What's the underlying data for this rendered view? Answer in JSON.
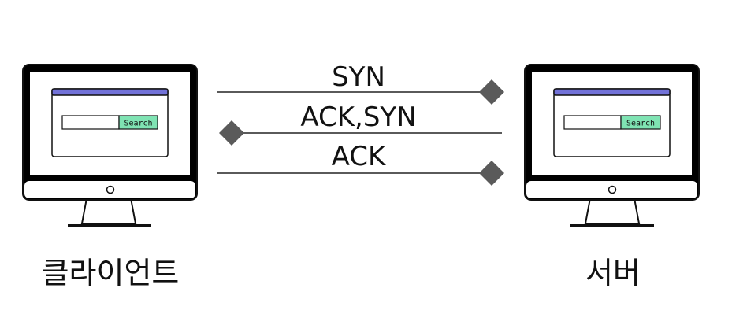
{
  "client": {
    "label": "클라이언트",
    "search_button": "Search"
  },
  "server": {
    "label": "서버",
    "search_button": "Search"
  },
  "messages": [
    {
      "label": "SYN",
      "direction": "client-to-server"
    },
    {
      "label": "ACK,SYN",
      "direction": "server-to-client"
    },
    {
      "label": "ACK",
      "direction": "client-to-server"
    }
  ],
  "colors": {
    "window_titlebar": "#7272d8",
    "search_button": "#7fe3b3",
    "monitor_frame": "#000000",
    "arrow": "#5a5a5a"
  }
}
